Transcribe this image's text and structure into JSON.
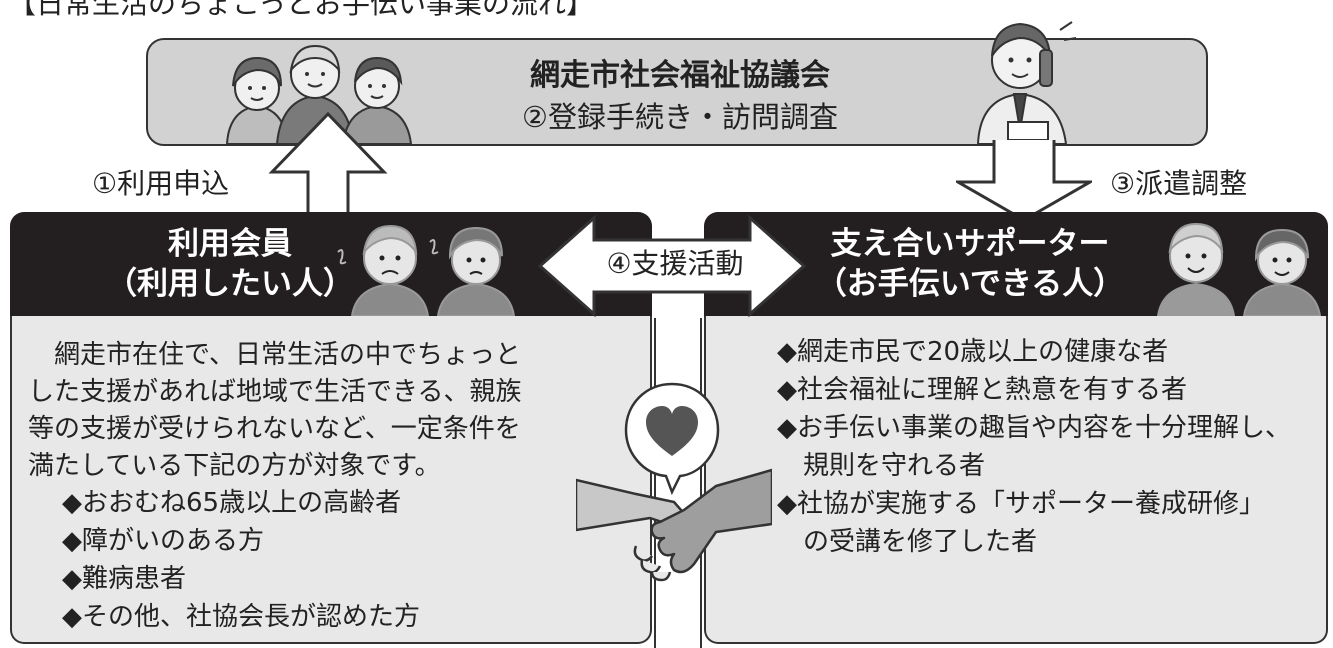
{
  "title": "【日常生活のちょこっとお手伝い事業の流れ】",
  "council": {
    "name": "網走市社会福祉協議会",
    "step": "②登録手続き・訪問調査"
  },
  "steps": {
    "apply": "①利用申込",
    "dispatch": "③派遣調整",
    "support": "④支援活動"
  },
  "member": {
    "title": "利用会員",
    "subtitle": "（利用したい人）",
    "description": [
      "　網走市在住で、日常生活の中でちょっと",
      "した支援があれば地域で生活できる、親族",
      "等の支援が受けられないなど、一定条件を",
      "満たしている下記の方が対象です。"
    ],
    "criteria": [
      "◆おおむね65歳以上の高齢者",
      "◆障がいのある方",
      "◆難病患者",
      "◆その他、社協会長が認めた方"
    ]
  },
  "supporter": {
    "title": "支え合いサポーター",
    "subtitle": "（お手伝いできる人）",
    "criteria": [
      "◆網走市民で20歳以上の健康な者",
      "◆社会福祉に理解と熱意を有する者",
      "◆お手伝い事業の趣旨や内容を十分理解し、",
      "　規則を守れる者",
      "◆社協が実施する「サポーター養成研修」",
      "　の受講を修了した者"
    ]
  },
  "colors": {
    "header_bg": "#231f20",
    "body_bg": "#e8e8e8",
    "council_bg": "#d2d2d2",
    "heart": "#555555"
  },
  "icons": [
    "elderly-group-illustration",
    "staff-phone-illustration",
    "worried-elderly-illustration",
    "helpful-supporters-illustration",
    "heart-icon",
    "handshake-icon"
  ]
}
